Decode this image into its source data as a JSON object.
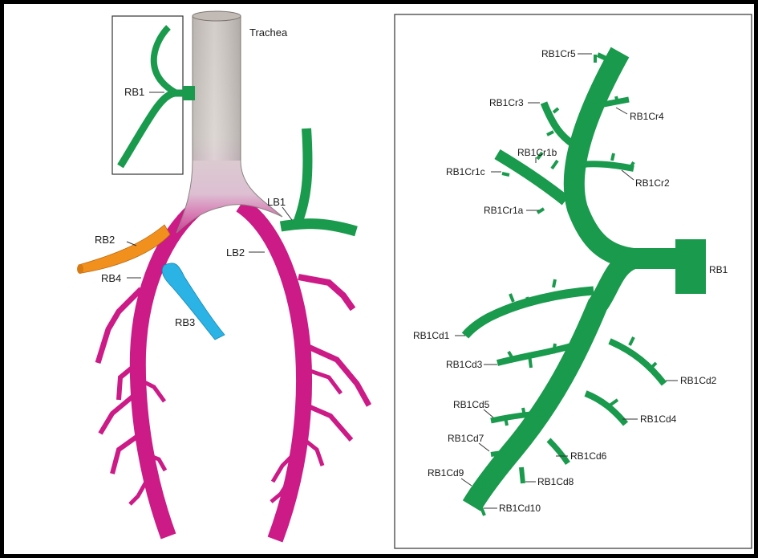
{
  "left_panel": {
    "labels": {
      "trachea": "Trachea",
      "rb1": "RB1",
      "rb2": "RB2",
      "rb3": "RB3",
      "rb4": "RB4",
      "lb1": "LB1",
      "lb2": "LB2"
    }
  },
  "right_panel": {
    "labels": {
      "rb1": "RB1",
      "rb1cr5": "RB1Cr5",
      "rb1cr3": "RB1Cr3",
      "rb1cr4": "RB1Cr4",
      "rb1cr1b": "RB1Cr1b",
      "rb1cr1c": "RB1Cr1c",
      "rb1cr2": "RB1Cr2",
      "rb1cr1a": "RB1Cr1a",
      "rb1cd1": "RB1Cd1",
      "rb1cd2": "RB1Cd2",
      "rb1cd3": "RB1Cd3",
      "rb1cd4": "RB1Cd4",
      "rb1cd5": "RB1Cd5",
      "rb1cd6": "RB1Cd6",
      "rb1cd7": "RB1Cd7",
      "rb1cd8": "RB1Cd8",
      "rb1cd9": "RB1Cd9",
      "rb1cd10": "RB1Cd10"
    }
  },
  "colors": {
    "green": "#199a4c",
    "magenta": "#cc1a86",
    "orange": "#f2901e",
    "blue": "#2bb3e6",
    "trachea_gray": "#d6d0cc"
  }
}
